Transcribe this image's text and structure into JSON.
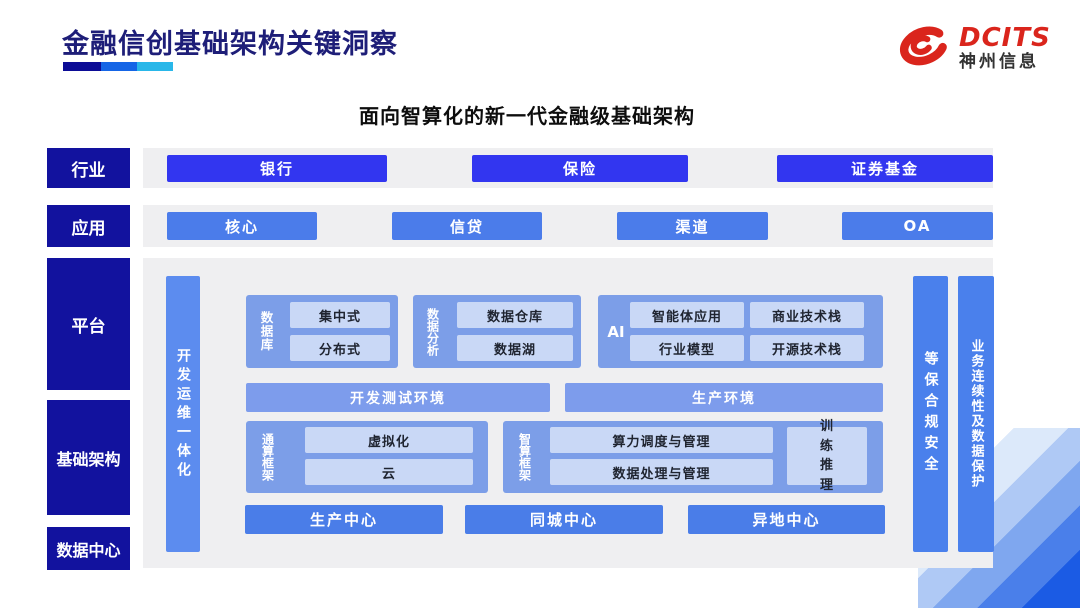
{
  "header": {
    "title": "金融信创基础架构关键洞察",
    "logo": {
      "brand": "DCITS",
      "company": "神州信息"
    }
  },
  "subtitle": "面向智算化的新一代金融级基础架构",
  "side_labels": {
    "industry": "行业",
    "application": "应用",
    "platform": "平台",
    "infrastructure": "基础架构",
    "datacenter": "数据中心"
  },
  "industry_row": {
    "items": [
      "银行",
      "保险",
      "证券基金"
    ]
  },
  "application_row": {
    "items": [
      "核心",
      "信贷",
      "渠道",
      "OA"
    ]
  },
  "platform": {
    "devops_bar": "开发运维一体化",
    "database_group": {
      "label": "数据库",
      "items": [
        "集中式",
        "分布式"
      ]
    },
    "analytics_group": {
      "label": "数据分析",
      "items": [
        "数据仓库",
        "数据湖"
      ]
    },
    "ai_group": {
      "label": "AI",
      "items": [
        "智能体应用",
        "商业技术栈",
        "行业模型",
        "开源技术栈"
      ]
    },
    "env_bars": [
      "开发测试环境",
      "生产环境"
    ],
    "general_compute_group": {
      "label": "通算框架",
      "items": [
        "虚拟化",
        "云"
      ]
    },
    "ai_compute_group": {
      "label": "智算框架",
      "items": [
        "算力调度与管理",
        "数据处理与管理"
      ],
      "side_item": "训练推理"
    },
    "centers": [
      "生产中心",
      "同城中心",
      "异地中心"
    ]
  },
  "right_bars": [
    "等保合规安全",
    "业务连续性及数据保护"
  ],
  "colors": {
    "navy_label": "#12129E",
    "industry_button": "#3236F0",
    "application_button": "#4B7CEA",
    "group_container": "#7C9EE8",
    "inner_box": "#C9D8F6",
    "env_bar": "#7D9CEC",
    "center_button": "#4A7DE8",
    "devops_bar": "#5C8CEF",
    "right_bar": "#4A80EC",
    "panel_gray": "#EFEFF1",
    "title_navy": "#1E1E78",
    "logo_red": "#DA251C"
  }
}
